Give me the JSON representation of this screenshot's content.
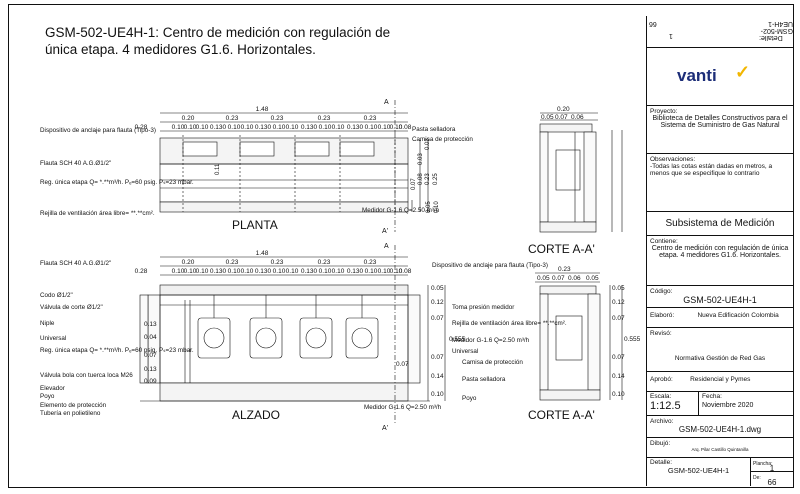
{
  "title": "GSM-502-UE4H-1: Centro de medición con regulación de única etapa.  4 medidores G1.6. Horizontales.",
  "views": {
    "planta": "PLANTA",
    "alzado": "ALZADO",
    "corte": "CORTE A-A'",
    "corte2": "CORTE A-A'",
    "section_mark": "A",
    "section_mark2": "A'"
  },
  "dims_plan": {
    "total": "1.48",
    "top": [
      "0.20",
      "0.23",
      "0.23",
      "0.23"
    ],
    "seg": [
      "0.28",
      "0.10",
      "0.10",
      "0.10",
      "0.130",
      "0.10",
      "0.10",
      "0.130",
      "0.10",
      "0.10",
      "0.130",
      "0.10",
      "0.10",
      "0.130",
      "0.10",
      "0.10",
      "0.10",
      "0.08"
    ],
    "right_v": [
      "0.03",
      "0.03",
      "0.25",
      "0.23",
      "0.08",
      "0.07"
    ],
    "left_v": [
      "0.11"
    ],
    "bottom_v": [
      "0.05",
      "0.10"
    ]
  },
  "labels_plan": {
    "anclaje": "Dispositivo de anclaje para flauta (Tipo-3)",
    "sellador": "Pasta selladora",
    "camisa": "Camisa de protección",
    "flauta": "Flauta SCH 40 A.G.Ø1/2\"",
    "reg": "Reg. única etapa Q=  *.**m³/h. Pₑ=60 psig. Pₛ=23 mbar.",
    "rejilla": "Rejilla de ventilación área libre= **.**cm².",
    "medidor": "Medidor G-1.6 Q=2.50 m³/h"
  },
  "labels_alzado": {
    "flauta": "Flauta SCH 40 A.G.Ø1/2\"",
    "codo": "Codo Ø1/2\"",
    "valvula": "Válvula de corte Ø1/2\"",
    "niple": "Niple",
    "universal": "Universal",
    "reg": "Reg. única etapa Q=  *.**m³/h. Pₑ=60 psig. Pₛ=23 mbar.",
    "bola": "Válvula bola con tuerca loca M26",
    "elevador": "Elevador",
    "poyo": "Poyo",
    "elemento": "Elemento de protección",
    "tuberia": "Tubería en polietileno",
    "anclaje": "Dispositivo de anclaje para flauta (Tipo-3)",
    "toma": "Toma presión medidor",
    "rejilla": "Rejilla de ventilación área libre= **.**cm².",
    "medidor": "Medidor G-1.6 Q=2.50 m³/h",
    "universal2": "Universal",
    "camisa": "Camisa de protección",
    "sellador": "Pasta selladora",
    "poyo2": "Poyo",
    "medidor2": "Medidor G-1.6 Q=2.50 m³/h"
  },
  "dims_alzado": {
    "total": "1.48",
    "top": [
      "0.20",
      "0.23",
      "0.23",
      "0.23"
    ],
    "seg": [
      "0.28",
      "0.10",
      "0.10",
      "0.10",
      "0.130",
      "0.10",
      "0.10",
      "0.130",
      "0.10",
      "0.10",
      "0.130",
      "0.10",
      "0.10",
      "0.130",
      "0.10",
      "0.10",
      "0.10",
      "0.08"
    ],
    "right_v": [
      "0.05",
      "0.12",
      "0.07",
      "0.555",
      "0.07",
      "0.14",
      "0.10"
    ],
    "left_v": [
      "0.13",
      "0.04",
      "0.07",
      "0.07",
      "0.09",
      "0.13"
    ]
  },
  "dims_corte": {
    "top": "0.20",
    "seg": [
      "0.05",
      "0.07",
      "0.06"
    ],
    "top2": "0.23",
    "seg2": [
      "0.05",
      "0.07",
      "0.06",
      "0.05"
    ],
    "right_v": [
      "0.05",
      "0.12",
      "0.07",
      "0.555",
      "0.07",
      "0.14",
      "0.10"
    ]
  },
  "titleblock": {
    "rot_code": "GSM-502-UE4H-1",
    "rot_detalle": "Detalle:",
    "rot_plancha": "Plancha:",
    "rot_plancha_val": "1",
    "rot_de": "De:",
    "rot_de_val": "66",
    "logo": "vanti",
    "proyecto_lbl": "Proyecto:",
    "proyecto": "Biblioteca de Detalles Constructivos para el Sistema de Suministro de Gas Natural",
    "obs_lbl": "Observaciones:",
    "obs": "-Todas las cotas están dadas en metros, a menos que se especifique lo contrario",
    "subsistema": "Subsistema de Medición",
    "contiene_lbl": "Contiene:",
    "contiene": "Centro de medición con regulación de única etapa. 4 medidores G1.6. Horizontales.",
    "codigo_lbl": "Código:",
    "codigo": "GSM-502-UE4H-1",
    "elaboro_lbl": "Elaboró:",
    "elaboro": "Nueva Edificación Colombia",
    "reviso_lbl": "Revisó:",
    "reviso": "Normativa Gestión de Red Gas",
    "aprobo_lbl": "Aprobó:",
    "aprobo": "Residencial y Pymes",
    "escala_lbl": "Escala:",
    "escala": "1:12.5",
    "fecha_lbl": "Fecha:",
    "fecha": "Noviembre 2020",
    "archivo_lbl": "Archivo:",
    "archivo": "GSM-502-UE4H-1.dwg",
    "dibujo_lbl": "Dibujó:",
    "dibujo": "Arq. Pilar Castillo Quintanilla",
    "detalle_lbl": "Detalle:",
    "detalle": "GSM-502-UE4H-1",
    "plancha_lbl": "Plancha:",
    "plancha": "1",
    "de_lbl": "De:",
    "de": "66",
    "brand_color": "#f2b600"
  }
}
